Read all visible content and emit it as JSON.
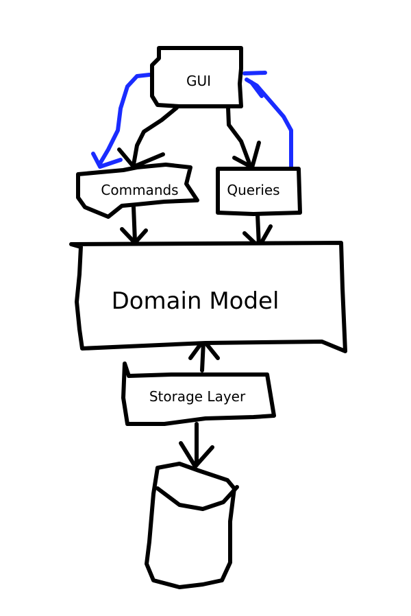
{
  "colors": {
    "stroke": "#000000",
    "feedback_arrow": "#1a2cff",
    "background": "#ffffff"
  },
  "nodes": {
    "gui": {
      "label": "GUI"
    },
    "commands": {
      "label": "Commands"
    },
    "queries": {
      "label": "Queries"
    },
    "domain_model": {
      "label": "Domain Model"
    },
    "storage_layer": {
      "label": "Storage Layer"
    },
    "database": {
      "label": ""
    }
  },
  "edges": [
    {
      "from": "gui",
      "to": "commands",
      "color": "black"
    },
    {
      "from": "gui",
      "to": "queries",
      "color": "black"
    },
    {
      "from": "commands",
      "to": "domain_model",
      "color": "black"
    },
    {
      "from": "queries",
      "to": "domain_model",
      "color": "black"
    },
    {
      "from": "storage_layer",
      "to": "domain_model",
      "color": "black"
    },
    {
      "from": "storage_layer",
      "to": "database",
      "color": "black"
    },
    {
      "from": "gui",
      "to": "commands",
      "color": "blue"
    },
    {
      "from": "queries",
      "to": "gui",
      "color": "blue"
    }
  ]
}
